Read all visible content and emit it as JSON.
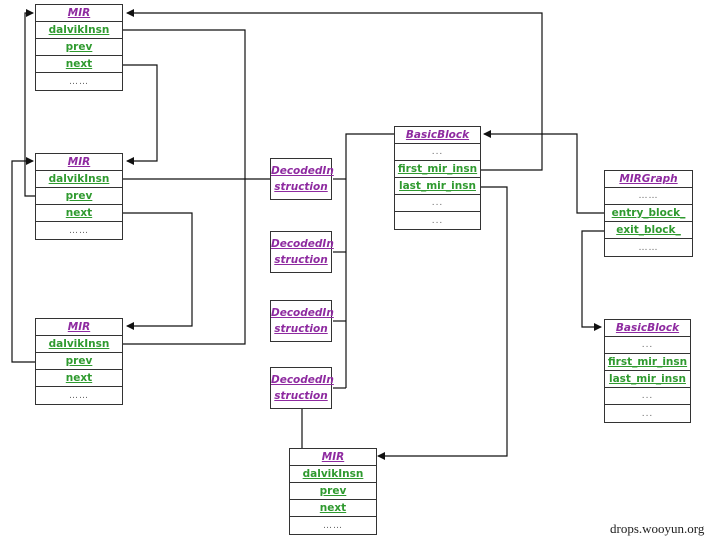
{
  "mir_boxes": [
    {
      "title": "MIR",
      "fields": [
        "dalvikInsn",
        "prev",
        "next"
      ],
      "more": "……"
    },
    {
      "title": "MIR",
      "fields": [
        "dalvikInsn",
        "prev",
        "next"
      ],
      "more": "……"
    },
    {
      "title": "MIR",
      "fields": [
        "dalvikInsn",
        "prev",
        "next"
      ],
      "more": "……"
    },
    {
      "title": "MIR",
      "fields": [
        "dalvikInsn",
        "prev",
        "next"
      ],
      "more": "……"
    }
  ],
  "decoded_instructions": [
    {
      "label_line1": "DecodedIn",
      "label_line2": "struction"
    },
    {
      "label_line1": "DecodedIn",
      "label_line2": "struction"
    },
    {
      "label_line1": "DecodedIn",
      "label_line2": "struction"
    },
    {
      "label_line1": "DecodedIn",
      "label_line2": "struction"
    }
  ],
  "basic_blocks": [
    {
      "title": "BasicBlock",
      "rows": [
        "...",
        "first_mir_insn",
        "last_mir_insn",
        "...",
        "..."
      ]
    },
    {
      "title": "BasicBlock",
      "rows": [
        "...",
        "first_mir_insn",
        "last_mir_insn",
        "...",
        "..."
      ]
    }
  ],
  "mir_graph": {
    "title": "MIRGraph",
    "rows": [
      "……",
      "entry_block_",
      "exit_block_",
      "……"
    ]
  },
  "watermark": "drops.wooyun.org",
  "colors": {
    "title": "#8e2aa0",
    "field": "#2f9a2f",
    "line": "#111111"
  }
}
